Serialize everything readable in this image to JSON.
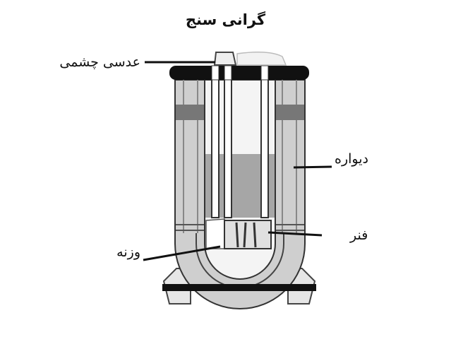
{
  "title": "گرانی سنج",
  "labels": {
    "eyepiece": "عدسی چشمی",
    "wall": "دیواره",
    "spring": "فنر",
    "weight": "وزنه"
  }
}
